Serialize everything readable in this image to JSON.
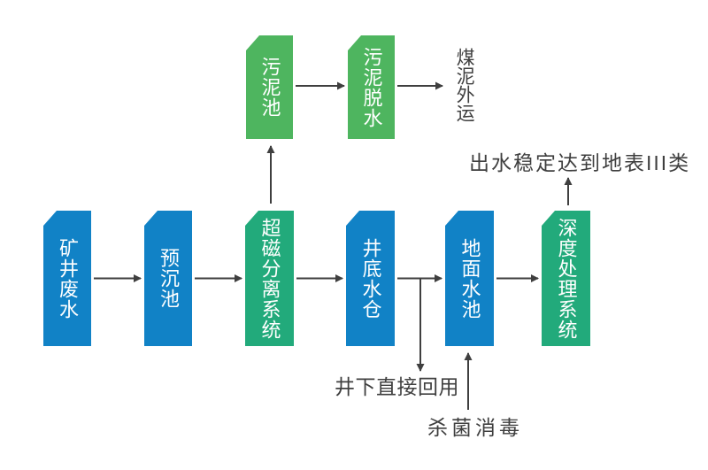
{
  "colors": {
    "blue": "#1182c6",
    "teal": "#22aa7b",
    "green": "#4eb55f",
    "ink": "#3f3f3f",
    "box_text": "#ffffff",
    "background": "#ffffff"
  },
  "flow": {
    "nodes": {
      "mine_wastewater": {
        "label": "矿井废水",
        "color": "blue"
      },
      "pre_sedimentation": {
        "label": "预沉池",
        "color": "blue"
      },
      "magnetic_separation": {
        "label": "超磁分离系统",
        "color": "teal"
      },
      "shaft_bottom_sump": {
        "label": "井底水仓",
        "color": "blue"
      },
      "surface_pool": {
        "label": "地面水池",
        "color": "blue"
      },
      "advanced_treatment": {
        "label": "深度处理系统",
        "color": "teal"
      },
      "sludge_pool": {
        "label": "污泥池",
        "color": "green"
      },
      "sludge_dewatering": {
        "label": "污泥脱水",
        "color": "green"
      }
    },
    "annotations": {
      "coal_sludge_out": "煤泥外运",
      "effluent_standard": "出水稳定达到地表III类",
      "underground_reuse": "井下直接回用",
      "disinfection": "杀菌消毒"
    }
  }
}
